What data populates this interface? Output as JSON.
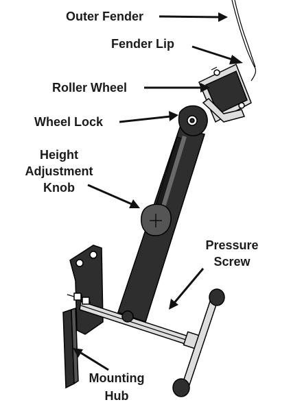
{
  "labels": {
    "outer_fender": "Outer Fender",
    "fender_lip": "Fender Lip",
    "roller_wheel": "Roller Wheel",
    "wheel_lock": "Wheel Lock",
    "height_adjustment_knob": [
      "Height",
      "Adjustment",
      "Knob"
    ],
    "pressure_screw": [
      "Pressure",
      "Screw"
    ],
    "mounting_hub": [
      "Mounting",
      "Hub"
    ]
  },
  "colors": {
    "ink": "#111111",
    "metal_dark": "#2e2e2e",
    "metal_light": "#dddddd",
    "background": "#ffffff"
  }
}
